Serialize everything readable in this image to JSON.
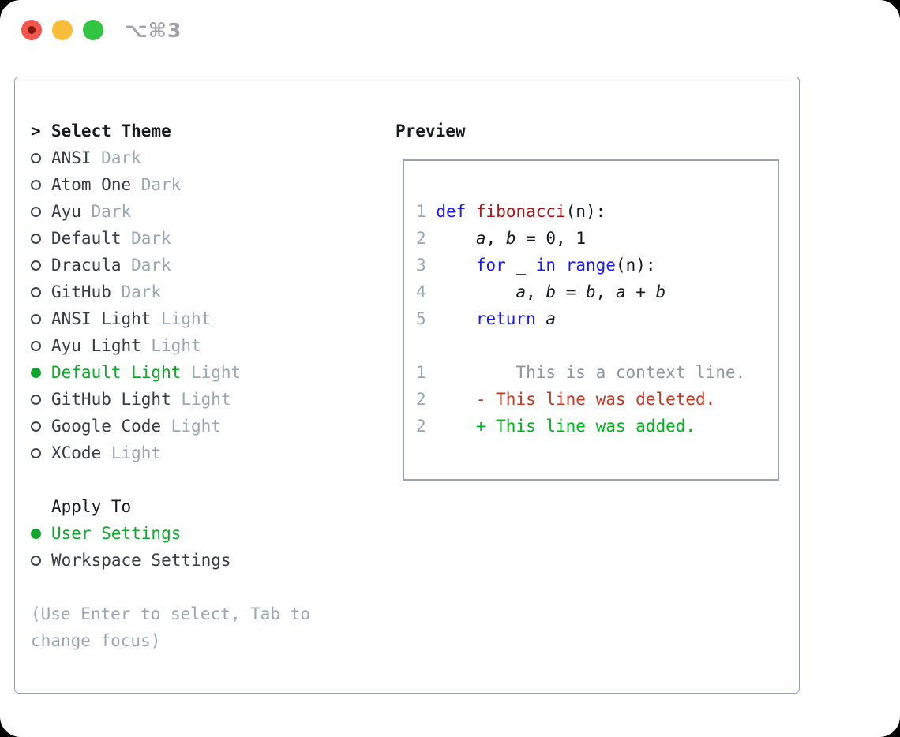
{
  "window": {
    "shortcut_label": "⌥⌘3"
  },
  "colors": {
    "selection_green": "#12a52e",
    "diff_added_green": "#00b41e",
    "diff_deleted_red": "#c23a23",
    "keyword_blue": "#1a1aee",
    "function_red": "#a31818",
    "muted_gray": "#9aa5b2",
    "context_gray": "#8d959d",
    "item_text": "#363b44",
    "header_text": "#16191d",
    "code_text": "#15181c",
    "panel_border": "#99a3ad",
    "traffic_red": "#f4564e",
    "traffic_red_dot": "#7d1a10",
    "traffic_yellow": "#f8bd3b",
    "traffic_green": "#33c443"
  },
  "theme_picker": {
    "prompt": ">",
    "title": "Select Theme",
    "items": [
      {
        "name": "ANSI",
        "tag": "Dark",
        "selected": false
      },
      {
        "name": "Atom One",
        "tag": "Dark",
        "selected": false
      },
      {
        "name": "Ayu",
        "tag": "Dark",
        "selected": false
      },
      {
        "name": "Default",
        "tag": "Dark",
        "selected": false
      },
      {
        "name": "Dracula",
        "tag": "Dark",
        "selected": false
      },
      {
        "name": "GitHub",
        "tag": "Dark",
        "selected": false
      },
      {
        "name": "ANSI Light",
        "tag": "Light",
        "selected": false
      },
      {
        "name": "Ayu Light",
        "tag": "Light",
        "selected": false
      },
      {
        "name": "Default Light",
        "tag": "Light",
        "selected": true
      },
      {
        "name": "GitHub Light",
        "tag": "Light",
        "selected": false
      },
      {
        "name": "Google Code",
        "tag": "Light",
        "selected": false
      },
      {
        "name": "XCode",
        "tag": "Light",
        "selected": false
      }
    ]
  },
  "apply_to": {
    "title": "Apply To",
    "options": [
      {
        "name": "User Settings",
        "selected": true
      },
      {
        "name": "Workspace Settings",
        "selected": false
      }
    ]
  },
  "hint": {
    "line1": "(Use Enter to select, Tab to",
    "line2": "change focus)"
  },
  "preview": {
    "title": "Preview",
    "lines": [
      {
        "segments": [
          {
            "t": "1",
            "c": "ln"
          },
          {
            "t": " ",
            "c": "pl"
          },
          {
            "t": "def",
            "c": "kw"
          },
          {
            "t": " ",
            "c": "pl"
          },
          {
            "t": "fibonacci",
            "c": "fn"
          },
          {
            "t": "(n):",
            "c": "pl"
          }
        ]
      },
      {
        "segments": [
          {
            "t": "2",
            "c": "ln"
          },
          {
            "t": "     ",
            "c": "pl"
          },
          {
            "t": "a",
            "c": "var"
          },
          {
            "t": ", ",
            "c": "pl"
          },
          {
            "t": "b",
            "c": "var"
          },
          {
            "t": " = 0, 1",
            "c": "pl"
          }
        ]
      },
      {
        "segments": [
          {
            "t": "3",
            "c": "ln"
          },
          {
            "t": "     ",
            "c": "pl"
          },
          {
            "t": "for",
            "c": "kw"
          },
          {
            "t": " _ ",
            "c": "pl"
          },
          {
            "t": "in",
            "c": "kw"
          },
          {
            "t": " ",
            "c": "pl"
          },
          {
            "t": "range",
            "c": "kw"
          },
          {
            "t": "(n):",
            "c": "pl"
          }
        ]
      },
      {
        "segments": [
          {
            "t": "4",
            "c": "ln"
          },
          {
            "t": "         ",
            "c": "pl"
          },
          {
            "t": "a",
            "c": "var"
          },
          {
            "t": ", ",
            "c": "pl"
          },
          {
            "t": "b",
            "c": "var"
          },
          {
            "t": " = ",
            "c": "pl"
          },
          {
            "t": "b",
            "c": "var"
          },
          {
            "t": ", ",
            "c": "pl"
          },
          {
            "t": "a",
            "c": "var"
          },
          {
            "t": " + ",
            "c": "pl"
          },
          {
            "t": "b",
            "c": "var"
          }
        ]
      },
      {
        "segments": [
          {
            "t": "5",
            "c": "ln"
          },
          {
            "t": "     ",
            "c": "pl"
          },
          {
            "t": "return",
            "c": "kw"
          },
          {
            "t": " ",
            "c": "pl"
          },
          {
            "t": "a",
            "c": "var"
          }
        ]
      },
      {
        "segments": []
      },
      {
        "segments": [
          {
            "t": "1",
            "c": "ln"
          },
          {
            "t": "         ",
            "c": "pl"
          },
          {
            "t": "This is a context line.",
            "c": "ctx"
          }
        ]
      },
      {
        "segments": [
          {
            "t": "2",
            "c": "ln"
          },
          {
            "t": "     ",
            "c": "pl"
          },
          {
            "t": "- This line was deleted.",
            "c": "del"
          }
        ]
      },
      {
        "segments": [
          {
            "t": "2",
            "c": "ln"
          },
          {
            "t": "     ",
            "c": "pl"
          },
          {
            "t": "+ This line was added.",
            "c": "add"
          }
        ]
      }
    ]
  }
}
